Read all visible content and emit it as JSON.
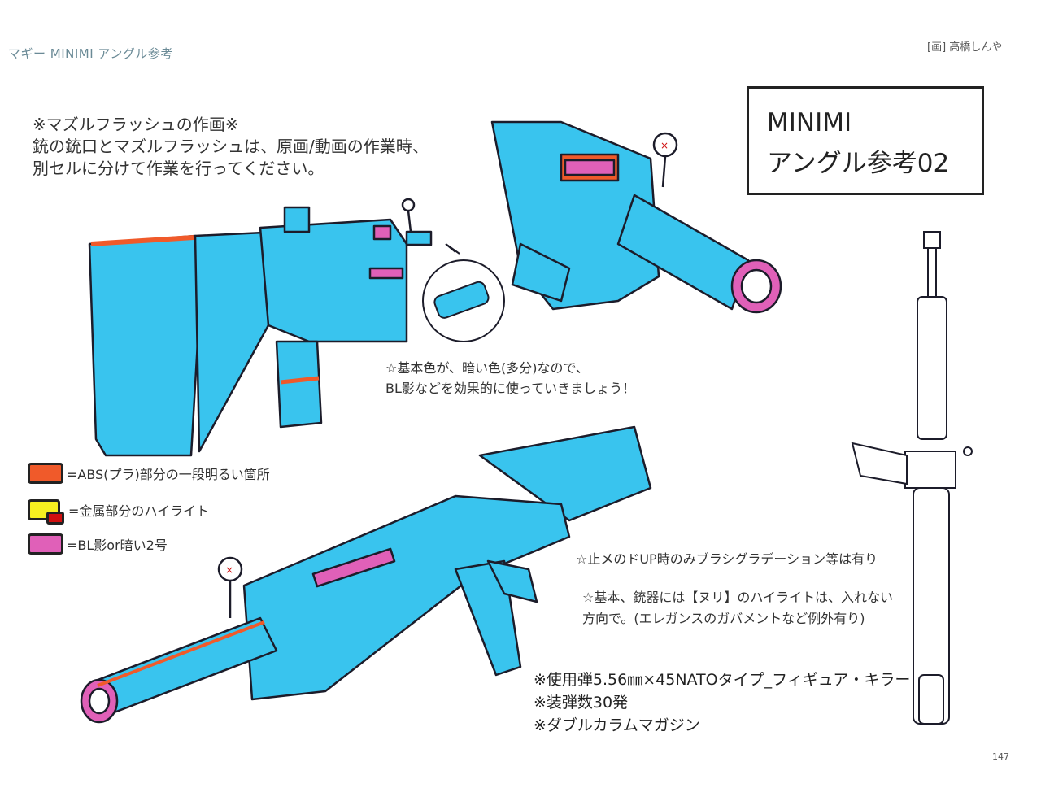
{
  "header": {
    "left": "マギー MINIMI アングル参考",
    "right": "[画] 高橋しんや"
  },
  "title_box": {
    "line1": "MINIMI",
    "line2": "アングル参考02"
  },
  "notes": {
    "muzzle_title": "※マズルフラッシュの作画※",
    "muzzle_line1": "銃の銃口とマズルフラッシュは、原画/動画の作業時、",
    "muzzle_line2": "別セルに分けて作業を行ってください。",
    "base_color_line1": "☆基本色が、暗い色(多分)なので、",
    "base_color_line2": "BL影などを効果的に使っていきましょう！",
    "gradation": "☆止メのドUP時のみブラシグラデーション等は有り",
    "highlight_line1": "☆基本、銃器には【ヌリ】のハイライトは、入れない",
    "highlight_line2": "方向で。(エレガンスのガバメントなど例外有り)"
  },
  "legend": [
    {
      "label": "=ABS(プラ)部分の一段明るい箇所",
      "color": "#f05a2a"
    },
    {
      "label": "=金属部分のハイライト",
      "color": "#f7f020",
      "secondary_color": "#d01010"
    },
    {
      "label": "=BL影or暗い2号",
      "color": "#e060b8"
    }
  ],
  "specs": [
    "※使用弾5.56㎜×45NATOタイプ_フィギュア・キラー",
    "※装弾数30発",
    "※ダブルカラムマガジン"
  ],
  "page_number": "147",
  "colors": {
    "body_blue": "#39c4ee",
    "outline": "#1c1c2a",
    "abs_orange": "#f05a2a",
    "shadow_pink": "#e060b8",
    "highlight_yellow": "#f7f020"
  }
}
